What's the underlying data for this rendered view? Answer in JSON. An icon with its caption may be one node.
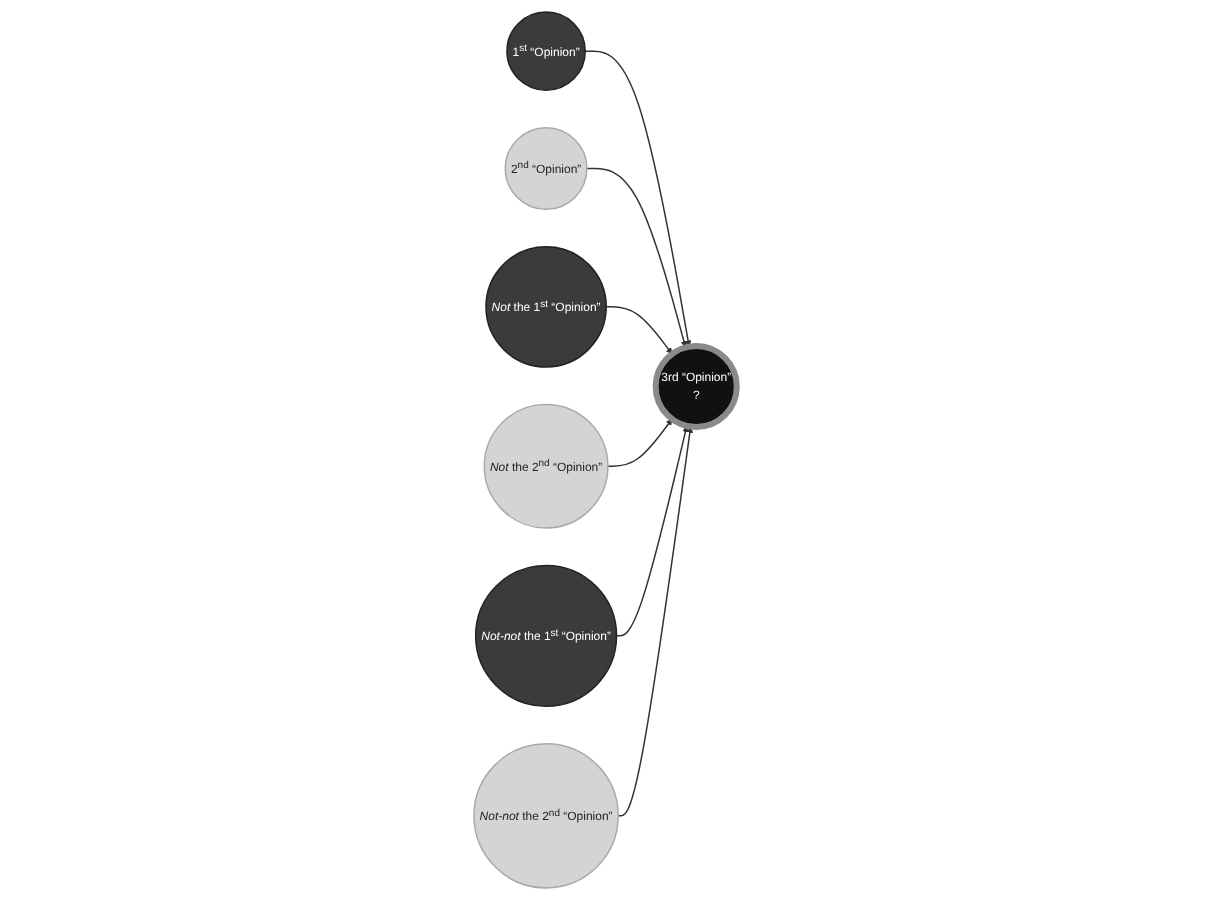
{
  "diagram": {
    "nodes": [
      {
        "text": [
          "1$^{st}$ “Opinion”"
        ]
      },
      {
        "text": [
          "2$^{nd}$ “Opinion”"
        ]
      },
      {
        "text": [
          "*Not* the 1$^{st}$ “Opinion”"
        ]
      },
      {
        "text": [
          "3rd “Opinion”",
          "?"
        ]
      },
      {
        "text": [
          "*Not* the 2$^{nd}$ “Opinion”"
        ]
      },
      {
        "text": [
          "*Not-not* the 1$^{st}$ “Opinion”"
        ]
      },
      {
        "text": [
          "*Not-not* the 2$^{nd}$ “Opinion”"
        ]
      }
    ],
    "edges": [
      {
        "from": 0,
        "to": 3,
        "arrow": "to"
      },
      {
        "from": 1,
        "to": 3,
        "arrow": "to"
      },
      {
        "from": 2,
        "to": 3,
        "arrow": "to"
      },
      {
        "from": 4,
        "to": 3,
        "arrow": "to"
      },
      {
        "from": 5,
        "to": 3,
        "arrow": "to"
      },
      {
        "from": 6,
        "to": 3,
        "arrow": "to"
      }
    ]
  }
}
